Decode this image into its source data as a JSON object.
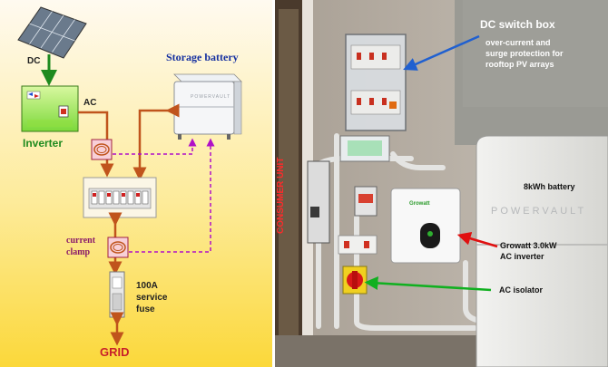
{
  "schematic": {
    "dc_label": "DC",
    "ac_label": "AC",
    "inverter_label": "Inverter",
    "storage_battery_label": "Storage battery",
    "battery_brand": "POWERVAULT",
    "current_clamp_line1": "current",
    "current_clamp_line2": "clamp",
    "fuse_line1": "100A",
    "fuse_line2": "service",
    "fuse_line3": "fuse",
    "grid_label": "GRID"
  },
  "photo": {
    "dc_box_title": "DC switch box",
    "dc_box_desc_line1": "over-current and",
    "dc_box_desc_line2": "surge protection for",
    "dc_box_desc_line3": "rooftop PV arrays",
    "consumer_unit_label": "CONSUMER UNIT",
    "battery_label": "8kWh battery",
    "battery_brand": "POWERVAULT",
    "inverter_label_line1": "Growatt 3.0kW",
    "inverter_label_line2": "AC inverter",
    "inverter_brand": "Growatt",
    "isolator_label": "AC isolator"
  },
  "colors": {
    "main_arrow": "#c0541c",
    "dashed_line": "#b010c8",
    "title_blue": "#1530a0",
    "inverter_green": "#1e8a1e",
    "clamp_purple": "#8a1a6a",
    "grid_red": "#c8202a",
    "pointer_blue": "#2060d0",
    "pointer_red": "#e01010",
    "pointer_green": "#10b020"
  }
}
